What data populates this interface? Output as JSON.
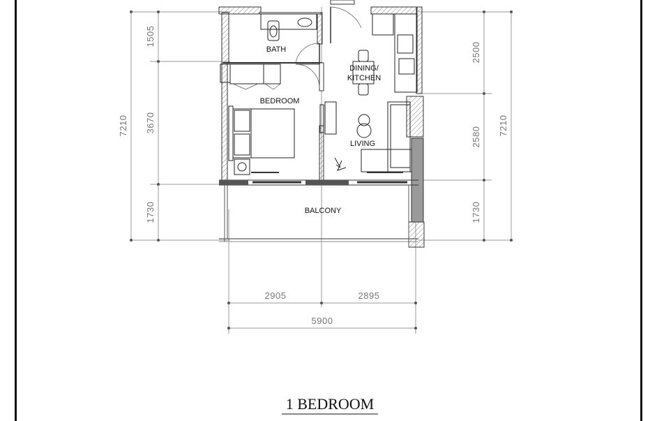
{
  "drawing": {
    "title": "1 BEDROOM",
    "rooms": {
      "bath": "BATH",
      "bedroom": "BEDROOM",
      "dining_line1": "DINING/",
      "dining_line2": "KITCHEN",
      "living": "LIVING",
      "balcony": "BALCONY"
    },
    "dimensions": {
      "left_top": "1505",
      "left_mid": "3670",
      "left_total": "7210",
      "left_bottom": "1730",
      "right_top": "2500",
      "right_mid": "2580",
      "right_total": "7210",
      "right_bottom": "1730",
      "bottom_left": "2905",
      "bottom_right": "2895",
      "bottom_total": "5900"
    }
  }
}
